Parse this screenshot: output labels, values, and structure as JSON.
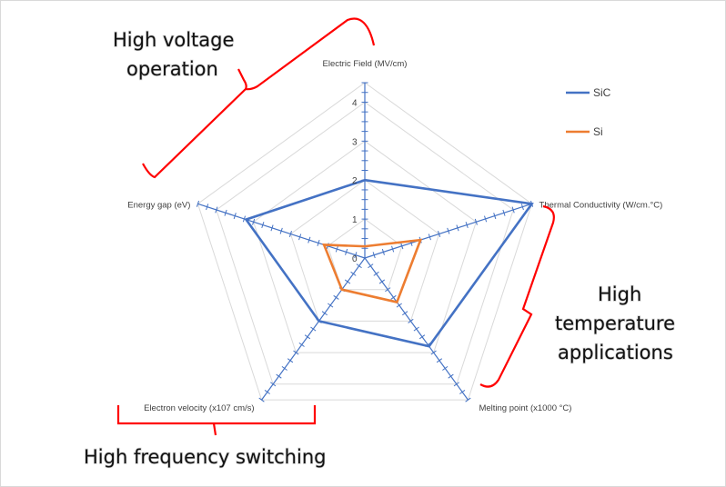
{
  "chart_data": {
    "type": "radar",
    "title": "",
    "axes": [
      "Electric Field (MV/cm)",
      "Thermal Conductivity (W/cm.°C)",
      "Melting point (x1000 °C)",
      "Electron velocity (x107 cm/s)",
      "Energy gap (eV)"
    ],
    "tick_labels": [
      "0",
      "1",
      "2",
      "3",
      "4"
    ],
    "range": [
      0,
      4.5
    ],
    "grid": true,
    "legend_position": "top-right",
    "series": [
      {
        "name": "SiC",
        "values": [
          2.0,
          4.5,
          2.8,
          2.0,
          3.2
        ],
        "color": "#4472c4"
      },
      {
        "name": "Si",
        "values": [
          0.3,
          1.5,
          1.4,
          1.0,
          1.1
        ],
        "color": "#ed7d31"
      }
    ]
  },
  "annotations": {
    "high_voltage_line1": "High voltage",
    "high_voltage_line2": "operation",
    "high_temp_line1": "High",
    "high_temp_line2": "temperature",
    "high_temp_line3": "applications",
    "high_freq": "High frequency switching",
    "bracket_color": "#ff0000"
  }
}
